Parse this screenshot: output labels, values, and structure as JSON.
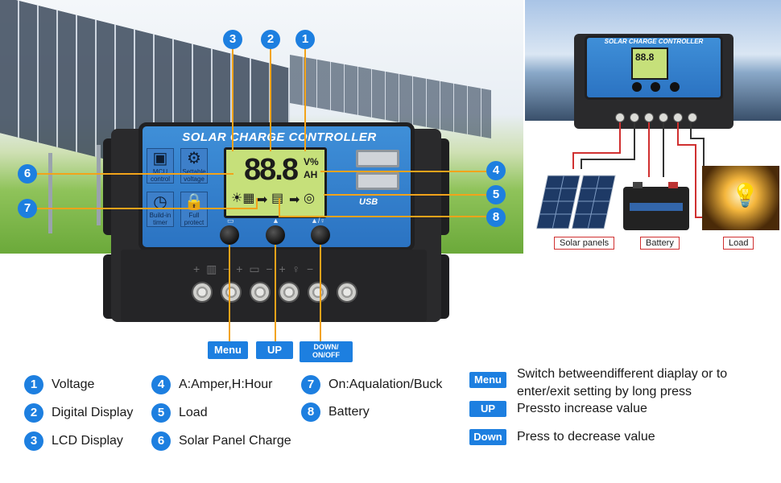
{
  "controller": {
    "title": "SOLAR CHARGE CONTROLLER",
    "tiles": [
      {
        "icon": "chip-icon",
        "glyph": "▣",
        "label": "MCU control"
      },
      {
        "icon": "gear-icon",
        "glyph": "⚙",
        "label": "Settable voltage"
      },
      {
        "icon": "clock-icon",
        "glyph": "◷",
        "label": "Build-in timer"
      },
      {
        "icon": "lock-icon",
        "glyph": "🔒",
        "label": "Full protect"
      }
    ],
    "lcd_digits": "88.8",
    "lcd_unit_top": "V%",
    "lcd_unit_bottom": "AH",
    "usb_logo": "USB",
    "terminal_marks": "+ ▥ −   + ▭ −   + ♀ −"
  },
  "callouts": [
    "1",
    "2",
    "3",
    "4",
    "5",
    "6",
    "7",
    "8"
  ],
  "button_tags": {
    "menu": "Menu",
    "up": "UP",
    "down_line1": "DOWN/",
    "down_line2": "ON/OFF"
  },
  "right_panel": {
    "mini_title": "SOLAR CHARGE CONTROLLER",
    "mini_lcd": "88.8",
    "devices": [
      "Solar panels",
      "Battery",
      "Load"
    ],
    "colors": {
      "wire_red": "#d03030",
      "wire_black": "#333333"
    }
  },
  "legend": [
    {
      "num": "1",
      "text": "Voltage"
    },
    {
      "num": "2",
      "text": "Digital Display"
    },
    {
      "num": "3",
      "text": "LCD Display"
    },
    {
      "num": "4",
      "text": "A:Amper,H:Hour"
    },
    {
      "num": "5",
      "text": "Load"
    },
    {
      "num": "6",
      "text": "Solar Panel Charge"
    },
    {
      "num": "7",
      "text": "On:Aqualation/Buck"
    },
    {
      "num": "8",
      "text": "Battery"
    }
  ],
  "keys": [
    {
      "tag": "Menu",
      "line1": "Switch betweendifferent diaplay or to",
      "line2": "enter/exit setting by long press"
    },
    {
      "tag": "UP",
      "line1": "Pressto increase value"
    },
    {
      "tag": "Down",
      "line1": "Press to decrease value"
    }
  ],
  "colors": {
    "accent": "#1d7fe0",
    "leader": "#f2a31a",
    "lcd": "#c6e07a",
    "face": "#2b73c2"
  }
}
